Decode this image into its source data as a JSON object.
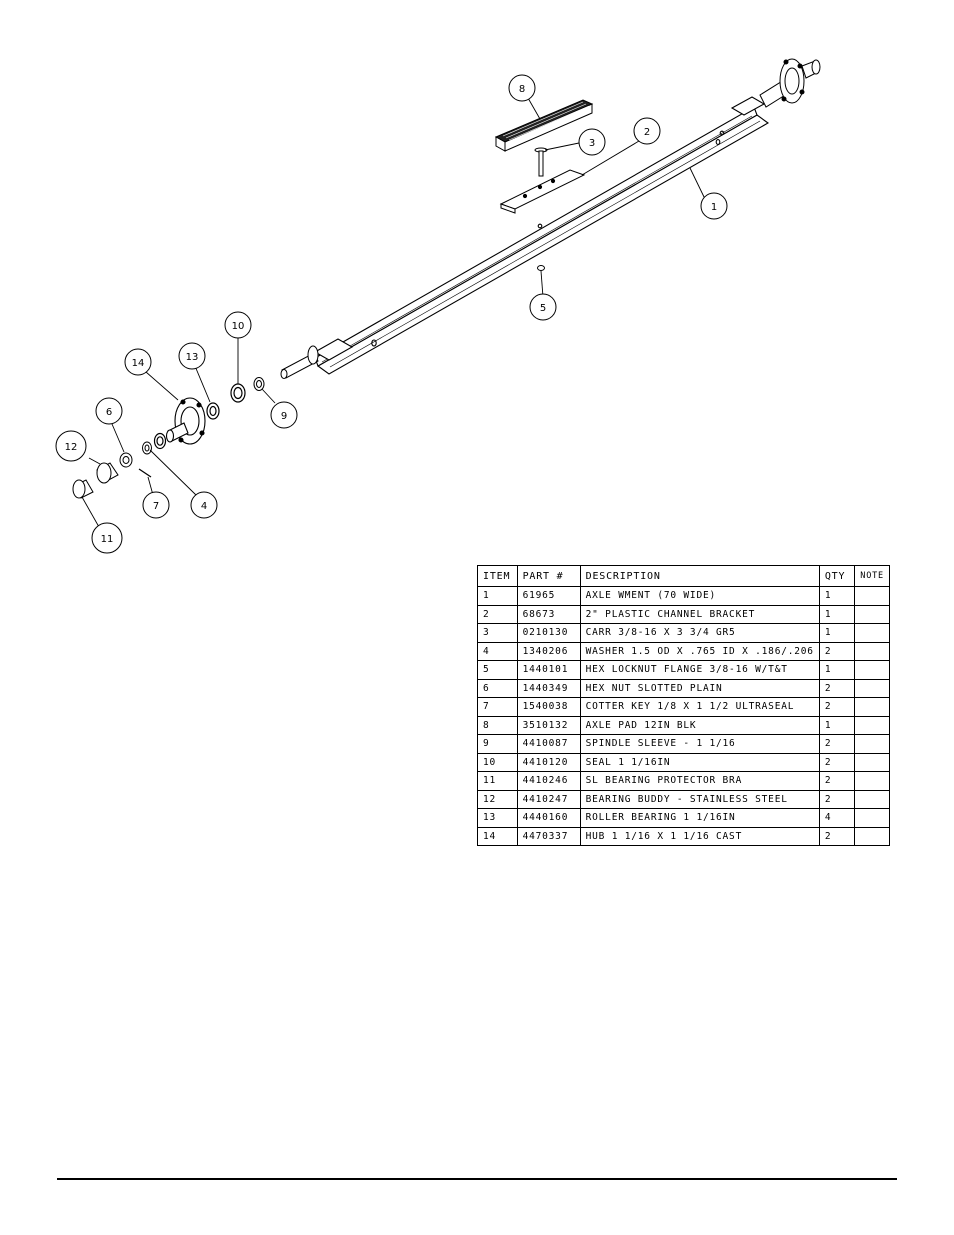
{
  "callouts": [
    {
      "label": "8"
    },
    {
      "label": "3"
    },
    {
      "label": "2"
    },
    {
      "label": "1"
    },
    {
      "label": "5"
    },
    {
      "label": "10"
    },
    {
      "label": "13"
    },
    {
      "label": "14"
    },
    {
      "label": "9"
    },
    {
      "label": "6"
    },
    {
      "label": "12"
    },
    {
      "label": "7"
    },
    {
      "label": "4"
    },
    {
      "label": "11"
    }
  ],
  "table": {
    "headers": {
      "item": "ITEM",
      "part": "PART #",
      "description": "DESCRIPTION",
      "qty": "QTY",
      "note": "NOTE"
    },
    "rows": [
      {
        "item": "1",
        "part": "61965",
        "description": "AXLE WMENT (70 WIDE)",
        "qty": "1",
        "note": ""
      },
      {
        "item": "2",
        "part": "68673",
        "description": "2\" PLASTIC CHANNEL BRACKET",
        "qty": "1",
        "note": ""
      },
      {
        "item": "3",
        "part": "0210130",
        "description": "CARR 3/8-16 X 3 3/4 GR5",
        "qty": "1",
        "note": ""
      },
      {
        "item": "4",
        "part": "1340206",
        "description": "WASHER 1.5 OD X .765 ID X .186/.206",
        "qty": "2",
        "note": ""
      },
      {
        "item": "5",
        "part": "1440101",
        "description": "HEX LOCKNUT FLANGE 3/8-16 W/T&T",
        "qty": "1",
        "note": ""
      },
      {
        "item": "6",
        "part": "1440349",
        "description": "HEX NUT SLOTTED PLAIN",
        "qty": "2",
        "note": ""
      },
      {
        "item": "7",
        "part": "1540038",
        "description": "COTTER KEY 1/8 X 1 1/2 ULTRASEAL",
        "qty": "2",
        "note": ""
      },
      {
        "item": "8",
        "part": "3510132",
        "description": "AXLE PAD 12IN  BLK",
        "qty": "1",
        "note": ""
      },
      {
        "item": "9",
        "part": "4410087",
        "description": "SPINDLE SLEEVE - 1 1/16",
        "qty": "2",
        "note": ""
      },
      {
        "item": "10",
        "part": "4410120",
        "description": "SEAL  1 1/16IN",
        "qty": "2",
        "note": ""
      },
      {
        "item": "11",
        "part": "4410246",
        "description": "SL BEARING PROTECTOR BRA",
        "qty": "2",
        "note": ""
      },
      {
        "item": "12",
        "part": "4410247",
        "description": "BEARING BUDDY - STAINLESS STEEL",
        "qty": "2",
        "note": ""
      },
      {
        "item": "13",
        "part": "4440160",
        "description": "ROLLER BEARING   1 1/16IN",
        "qty": "4",
        "note": ""
      },
      {
        "item": "14",
        "part": "4470337",
        "description": "HUB  1 1/16 X 1 1/16 CAST",
        "qty": "2",
        "note": ""
      }
    ]
  }
}
